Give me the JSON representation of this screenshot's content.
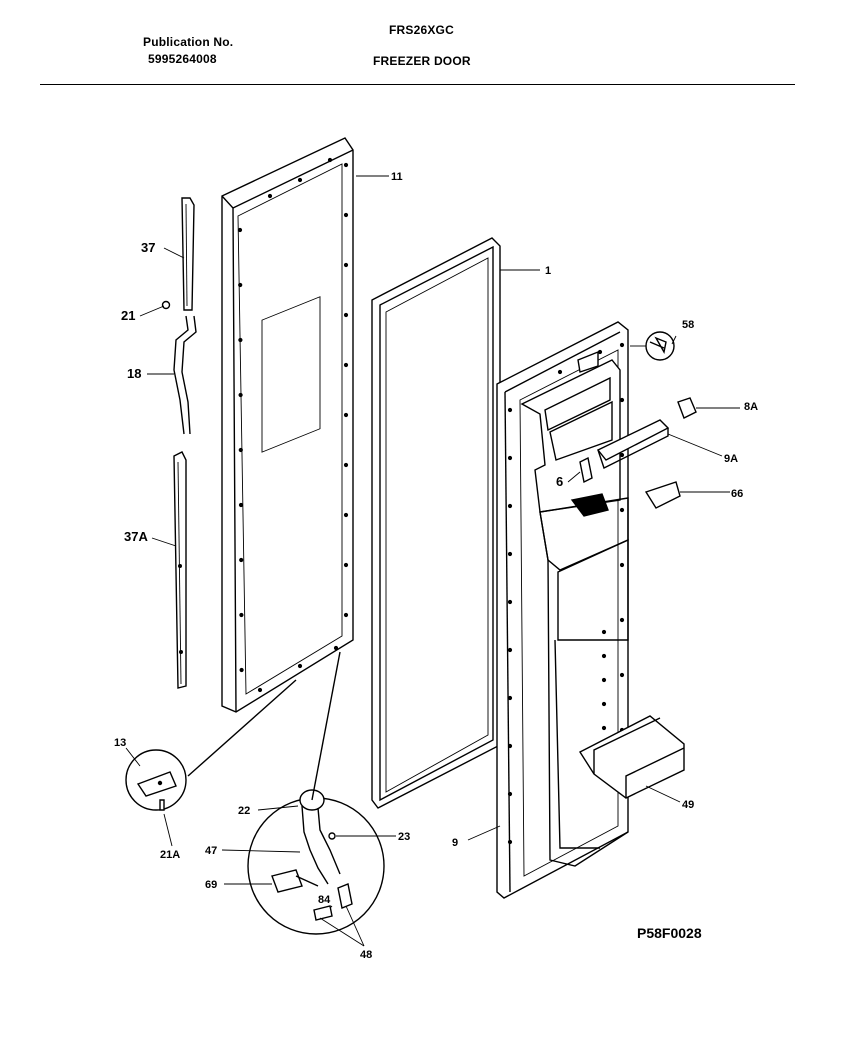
{
  "header": {
    "publication_label": "Publication No.",
    "publication_number": "5995264008",
    "model": "FRS26XGC",
    "section": "FREEZER DOOR"
  },
  "figure_code": "P58F0028",
  "parts": [
    {
      "id": "11"
    },
    {
      "id": "1"
    },
    {
      "id": "37"
    },
    {
      "id": "21"
    },
    {
      "id": "18"
    },
    {
      "id": "37A"
    },
    {
      "id": "58"
    },
    {
      "id": "8A"
    },
    {
      "id": "9A"
    },
    {
      "id": "6"
    },
    {
      "id": "66"
    },
    {
      "id": "13"
    },
    {
      "id": "21A"
    },
    {
      "id": "22"
    },
    {
      "id": "23"
    },
    {
      "id": "47"
    },
    {
      "id": "69"
    },
    {
      "id": "84"
    },
    {
      "id": "48"
    },
    {
      "id": "9"
    },
    {
      "id": "49"
    }
  ]
}
